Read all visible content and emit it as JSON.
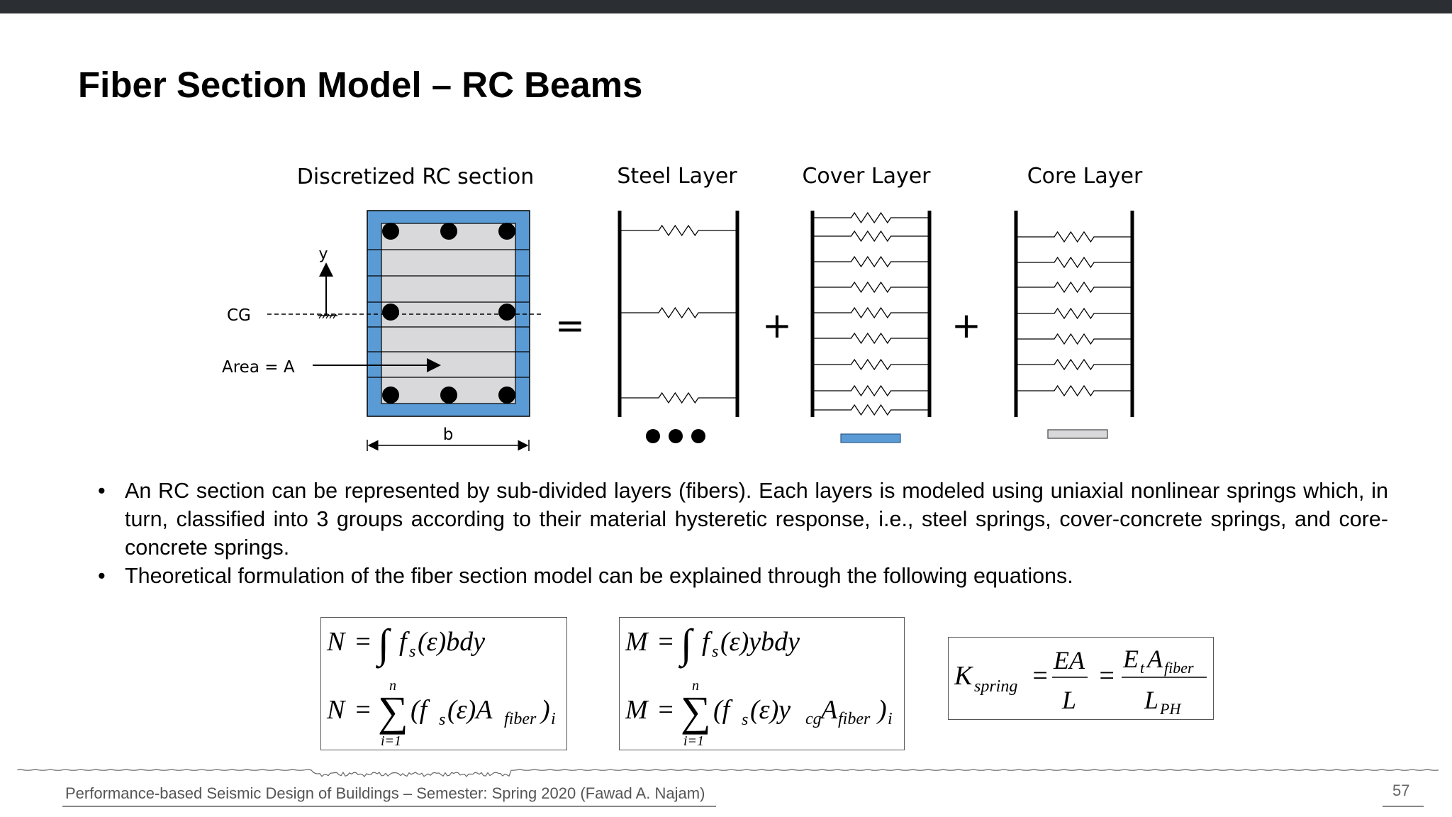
{
  "title": "Fiber Section Model – RC Beams",
  "figure": {
    "section_label": "Discretized RC section",
    "steel_label": "Steel Layer",
    "cover_label": "Cover Layer",
    "core_label": "Core Layer",
    "y_label": "y",
    "cg_label": "CG",
    "area_label": "Area = A",
    "b_label": "b",
    "equals": "=",
    "plus": "+",
    "colors": {
      "cover": "#5b9bd5",
      "core": "#d9d9dc"
    }
  },
  "bullets": [
    "An RC section can be represented by sub-divided layers (fibers). Each layers is modeled using uniaxial nonlinear springs which, in turn, classified into 3 groups according to their material hysteretic response, i.e., steel springs, cover-concrete springs, and core-concrete springs.",
    "Theoretical formulation of the fiber section model can be explained through the following equations."
  ],
  "equations": {
    "eq1": {
      "lhs": "N",
      "integrand": "f",
      "sub": "s",
      "arg": "(ε)bdy",
      "sum_lhs": "N",
      "sum_top": "n",
      "sum_bottom": "i=1",
      "term": "(f",
      "term_arg": "(ε)A",
      "fiber": "fiber",
      "close": ")",
      "idx": "i"
    },
    "eq2": {
      "lhs": "M",
      "integrand": "f",
      "sub": "s",
      "arg": "(ε)ybdy",
      "sum_lhs": "M",
      "sum_top": "n",
      "sum_bottom": "i=1",
      "term": "(f",
      "term_arg": "(ε)y",
      "cg": "cg",
      "A": "A",
      "fiber": "fiber",
      "close": ")",
      "idx": "i"
    },
    "eq3": {
      "K": "K",
      "spring": "spring",
      "num1": "EA",
      "den1": "L",
      "num2_E": "E",
      "num2_t": "t",
      "num2_A": "A",
      "num2_fiber": "fiber",
      "den2": "L",
      "den2_sub": "PH"
    }
  },
  "footer": {
    "text": "Performance-based Seismic Design of Buildings – Semester: Spring 2020 (Fawad A. Najam)",
    "page_number": "57"
  }
}
